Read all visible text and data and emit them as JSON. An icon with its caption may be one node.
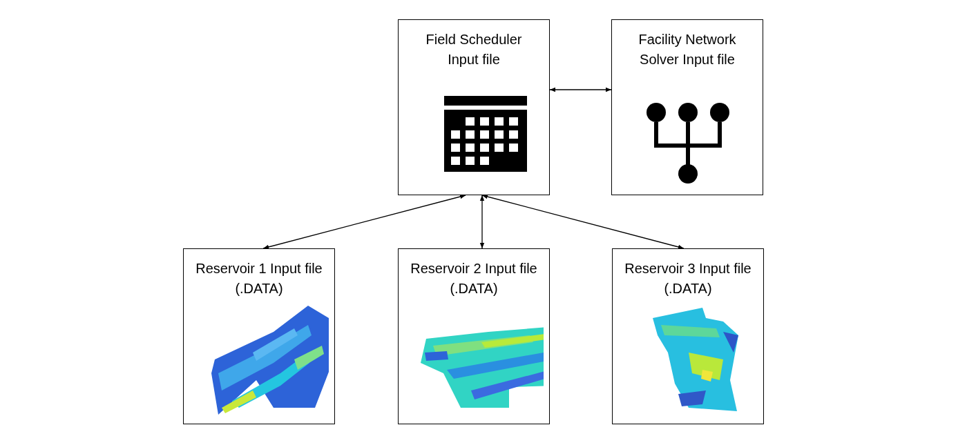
{
  "diagram": {
    "nodes": [
      {
        "text": [
          "Field Scheduler Input file"
        ]
      },
      {
        "text": [
          "Facility Network Solver Input file"
        ]
      },
      {
        "text": [
          "Reservoir 1 Input file (.DATA)"
        ]
      },
      {
        "text": [
          "Reservoir 2 Input file (.DATA)"
        ]
      },
      {
        "text": [
          "Reservoir 3 Input file (.DATA)"
        ]
      }
    ],
    "edges": [
      {
        "from": 0,
        "to": 1,
        "arrow": "both"
      },
      {
        "from": 0,
        "to": 2,
        "arrow": "both"
      },
      {
        "from": 0,
        "to": 3,
        "arrow": "both"
      },
      {
        "from": 0,
        "to": 4,
        "arrow": "both"
      }
    ]
  }
}
